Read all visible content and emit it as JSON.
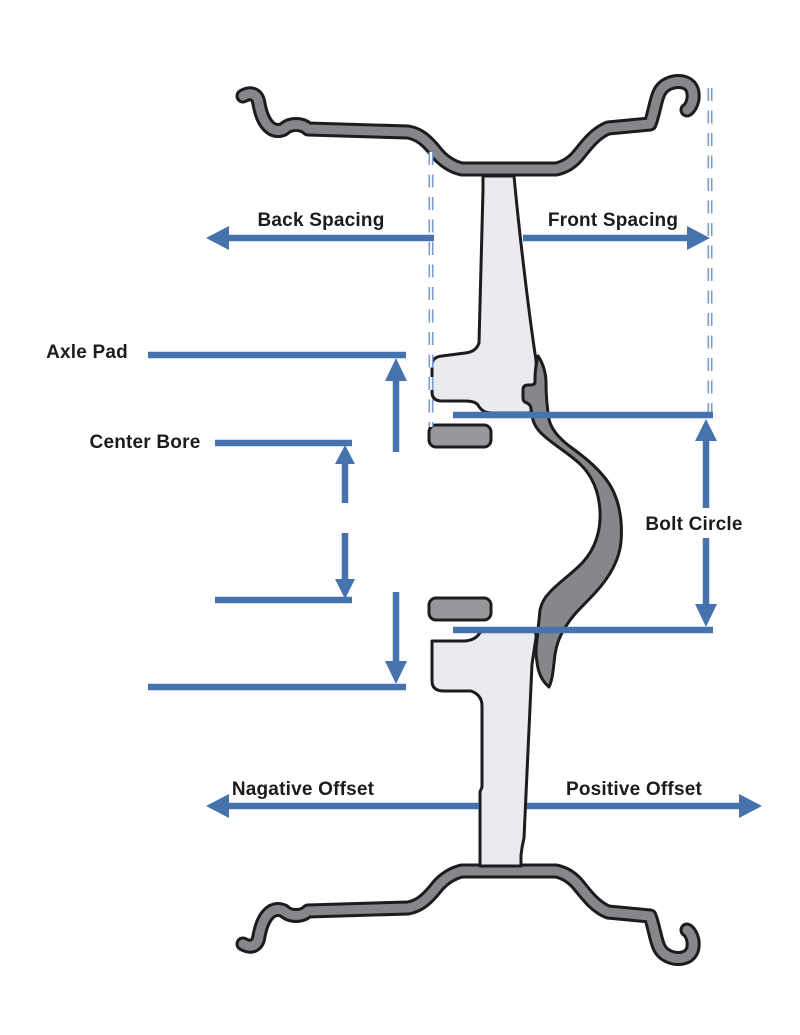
{
  "diagram": {
    "description": "Wheel cross-section measurement diagram",
    "labels": {
      "back_spacing": "Back Spacing",
      "front_spacing": "Front Spacing",
      "axle_pad": "Axle Pad",
      "center_bore": "Center Bore",
      "bolt_circle": "Bolt Circle",
      "negative_offset": "Nagative Offset",
      "positive_offset": "Positive Offset"
    },
    "colors": {
      "arrow_blue": "#4673ae",
      "dash_blue": "#7b9ccb",
      "rim_gray": "#85878a",
      "spoke_gray": "#e9ebee",
      "pad_gray": "#96989b",
      "outline": "#1c1c1c",
      "background": "#ffffff",
      "label_color": "#1c1c1c"
    }
  }
}
